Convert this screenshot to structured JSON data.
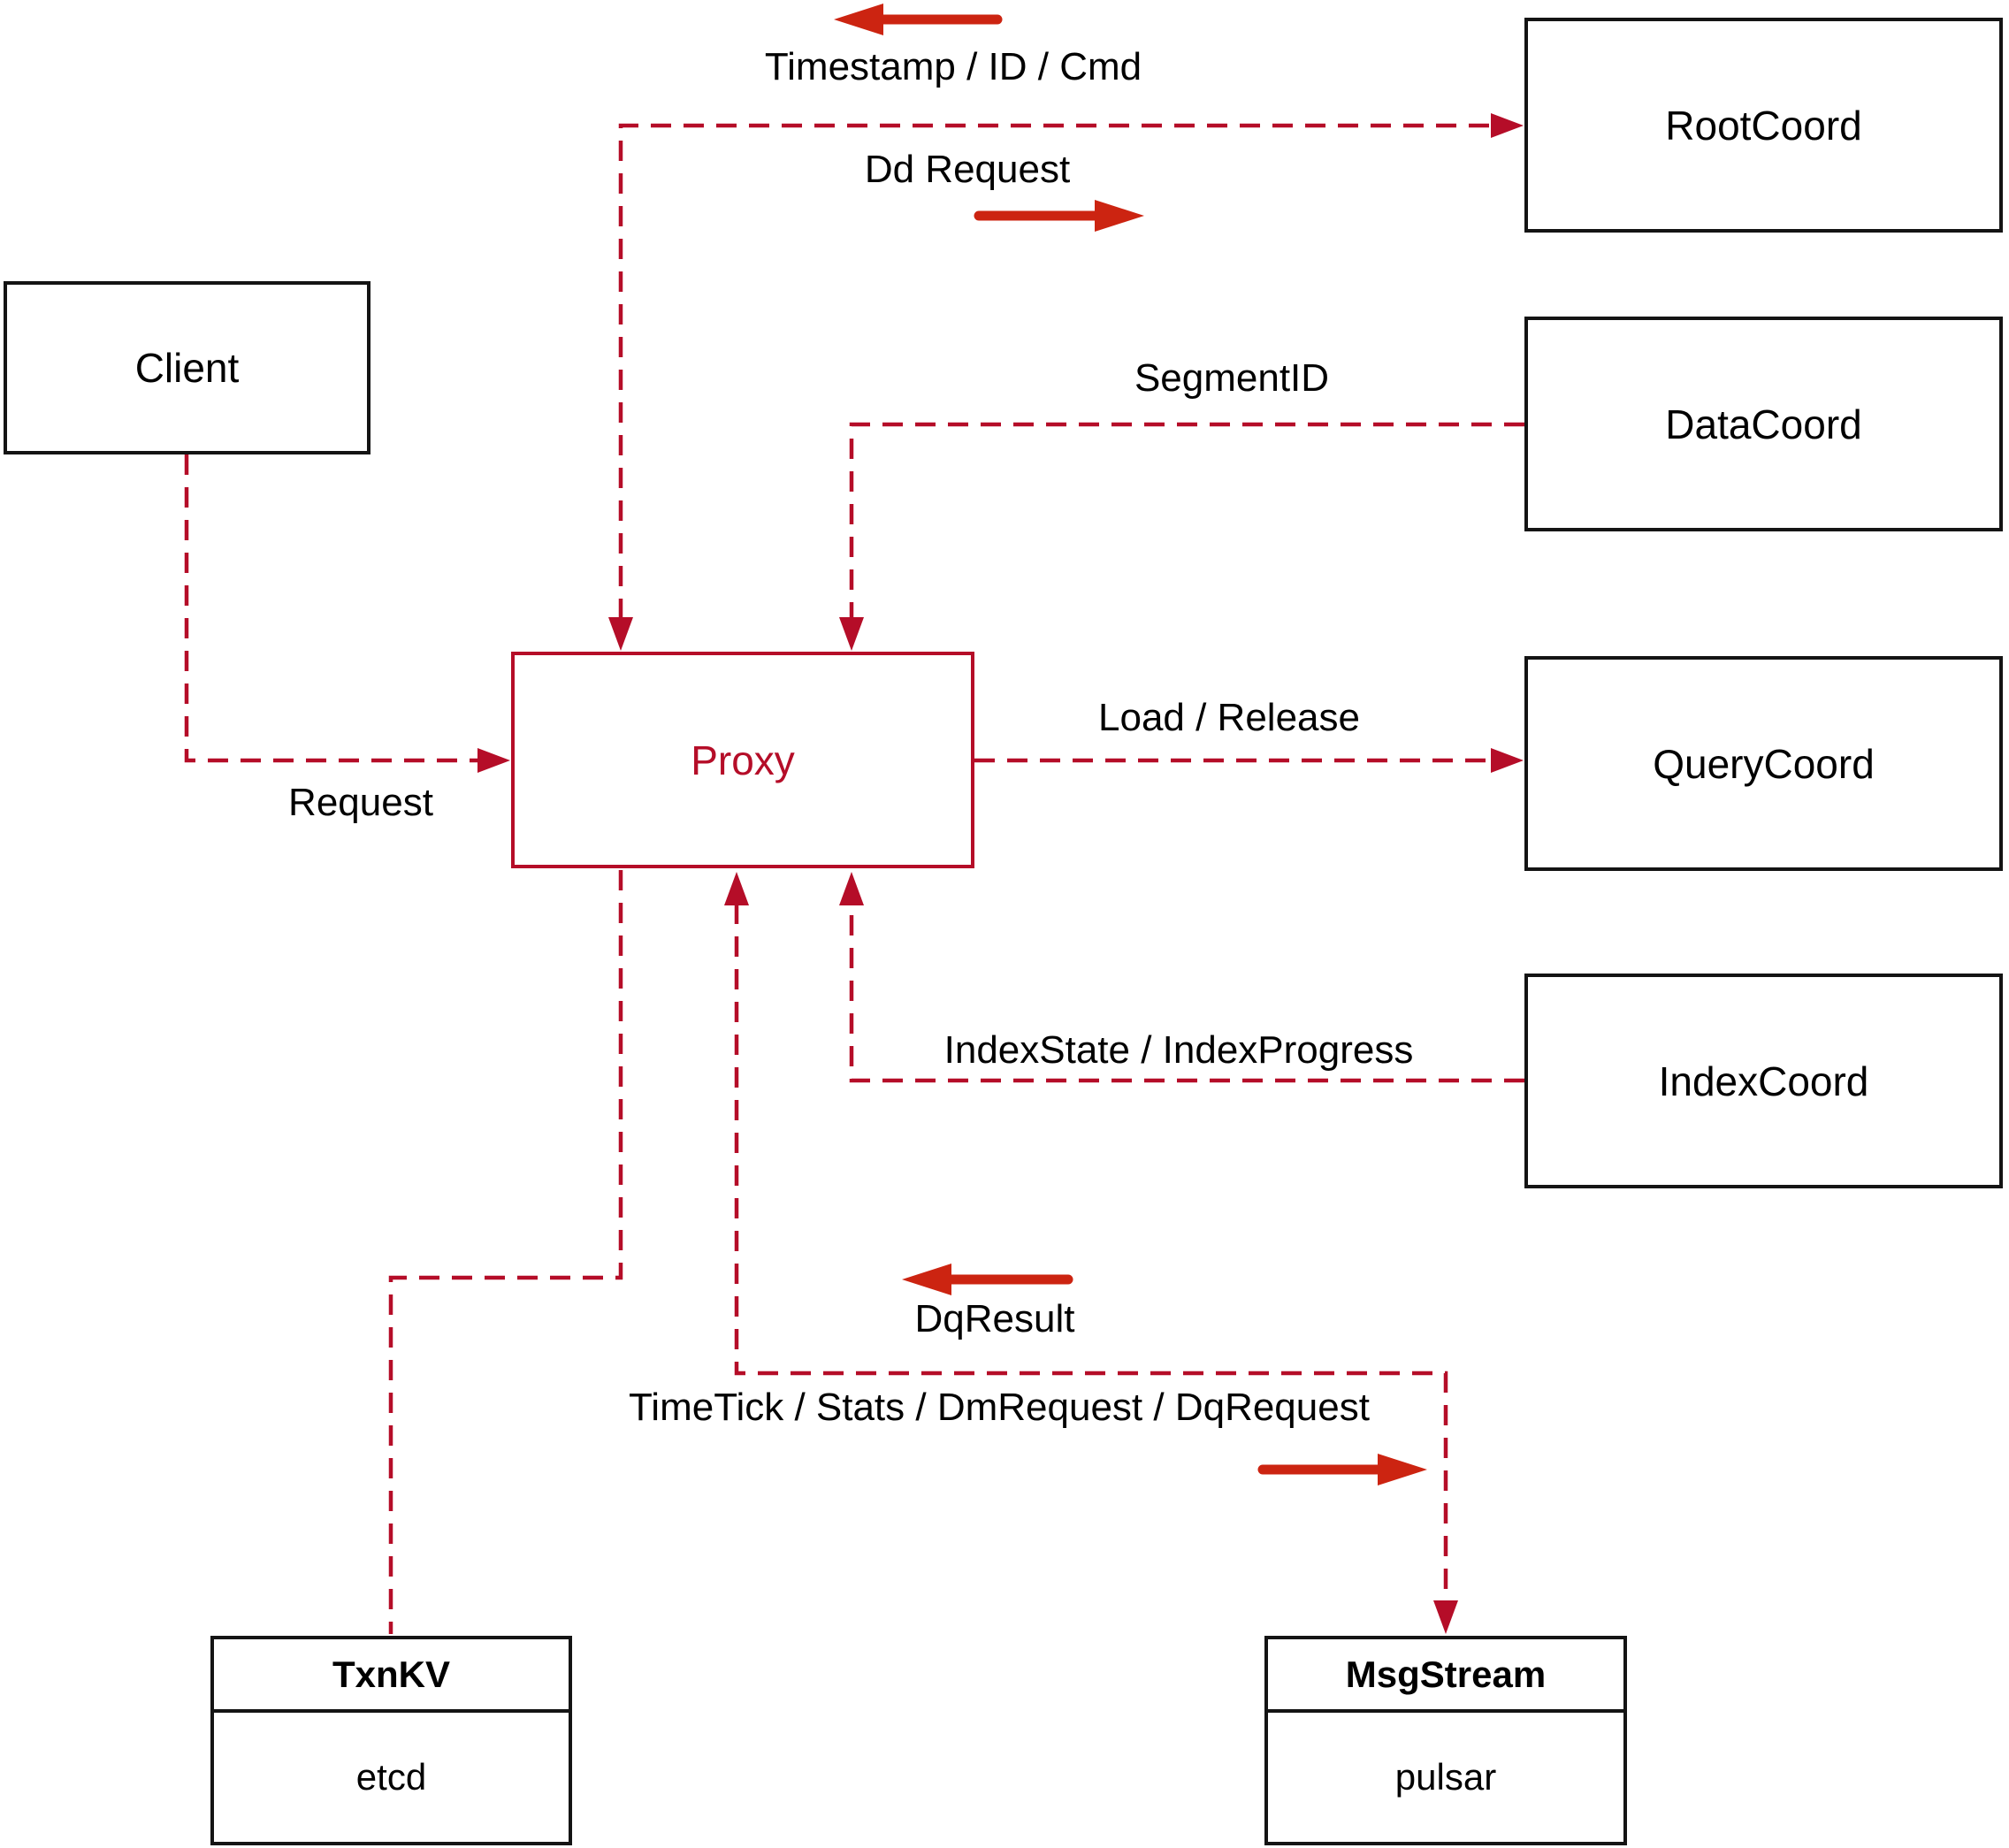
{
  "nodes": {
    "client": {
      "label": "Client"
    },
    "proxy": {
      "label": "Proxy"
    },
    "root_coord": {
      "label": "RootCoord"
    },
    "data_coord": {
      "label": "DataCoord"
    },
    "query_coord": {
      "label": "QueryCoord"
    },
    "index_coord": {
      "label": "IndexCoord"
    },
    "txn_kv": {
      "title": "TxnKV",
      "impl": "etcd"
    },
    "msg_stream": {
      "title": "MsgStream",
      "impl": "pulsar"
    }
  },
  "labels": {
    "timestamp": "Timestamp / ID / Cmd",
    "dd_request": "Dd Request",
    "segment_id": "SegmentID",
    "request": "Request",
    "load_release": "Load / Release",
    "index_state": "IndexState / IndexProgress",
    "dq_result": "DqResult",
    "time_tick": "TimeTick / Stats / DmRequest / DqRequest"
  },
  "edges": [
    {
      "from": "Client",
      "to": "Proxy",
      "label": "Request",
      "style": "dashed"
    },
    {
      "from": "Proxy",
      "to": "RootCoord",
      "label": "Dd Request",
      "style": "dashed"
    },
    {
      "from": "RootCoord",
      "to": "Proxy",
      "label": "Timestamp / ID / Cmd",
      "style": "dashed"
    },
    {
      "from": "DataCoord",
      "to": "Proxy",
      "label": "SegmentID",
      "style": "dashed"
    },
    {
      "from": "Proxy",
      "to": "QueryCoord",
      "label": "Load / Release",
      "style": "dashed"
    },
    {
      "from": "IndexCoord",
      "to": "Proxy",
      "label": "IndexState / IndexProgress",
      "style": "dashed"
    },
    {
      "from": "Proxy",
      "to": "MsgStream",
      "label": "TimeTick / Stats / DmRequest / DqRequest",
      "style": "dashed"
    },
    {
      "from": "MsgStream",
      "to": "Proxy",
      "label": "DqResult",
      "style": "dashed"
    },
    {
      "from": "Proxy",
      "to": "TxnKV",
      "label": "",
      "style": "dashed"
    }
  ],
  "colors": {
    "connector": "#b50d28",
    "solid_arrow": "#cc2411",
    "box_border": "#141414",
    "text": "#000000",
    "background": "#ffffff"
  }
}
